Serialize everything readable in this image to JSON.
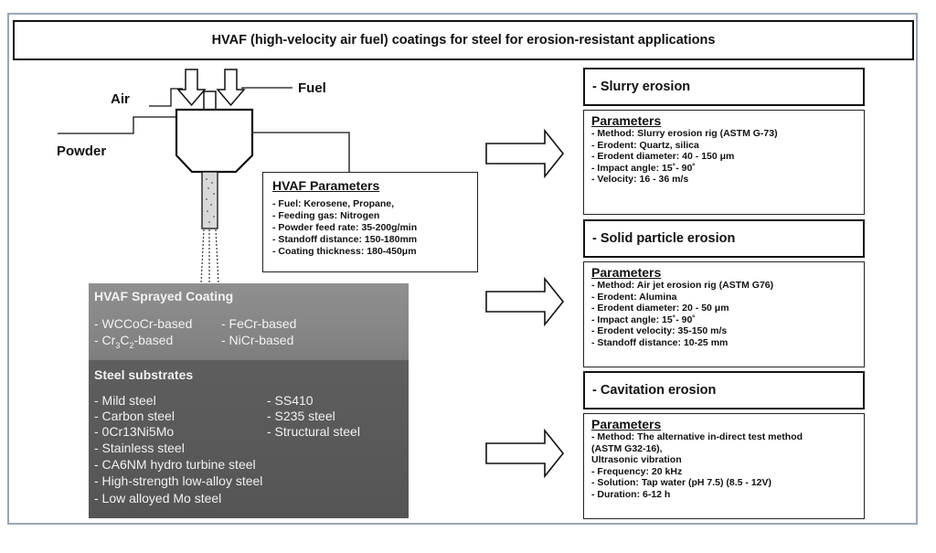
{
  "title": "HVAF (high-velocity air fuel) coatings for steel for erosion-resistant applications",
  "gun": {
    "air_label": "Air",
    "fuel_label": "Fuel",
    "powder_label": "Powder"
  },
  "hvaf_params": {
    "heading": "HVAF Parameters",
    "lines": [
      "- Fuel: Kerosene, Propane,",
      "- Feeding gas: Nitrogen",
      "- Powder feed rate: 35-200g/min",
      "- Standoff distance: 150-180mm",
      "- Coating thickness: 180-450μm"
    ]
  },
  "coating": {
    "heading": "HVAF Sprayed Coating",
    "items": [
      "- WCCoCr-based",
      "- FeCr-based",
      "- NiCr-based"
    ],
    "cr_prefix": "- Cr",
    "cr_sub1": "3",
    "cr_mid": "C",
    "cr_sub2": "2",
    "cr_suffix": "-based"
  },
  "steel": {
    "heading": "Steel substrates",
    "left_items": [
      "- Mild steel",
      "- Carbon steel",
      "- 0Cr13Ni5Mo",
      "- Stainless steel",
      "- CA6NM hydro turbine steel",
      "- High-strength low-alloy steel",
      "- Low alloyed Mo steel"
    ],
    "right_items": [
      "- SS410",
      "- S235 steel",
      "- Structural steel"
    ]
  },
  "erosion": [
    {
      "title": "- Slurry erosion",
      "params_heading": "Parameters",
      "lines": [
        "- Method: Slurry erosion rig (ASTM G-73)",
        "- Erodent: Quartz, silica",
        "- Erodent diameter: 40 - 150 μm",
        "- Impact angle: 15˚- 90˚",
        "- Velocity: 16 - 36 m/s"
      ]
    },
    {
      "title": "- Solid particle erosion",
      "params_heading": "Parameters",
      "lines": [
        "- Method: Air jet erosion rig (ASTM G76)",
        "- Erodent: Alumina",
        "- Erodent diameter: 20 - 50 μm",
        "- Impact angle: 15˚- 90˚",
        "- Erodent velocity: 35-150 m/s",
        "- Standoff distance: 10-25 mm"
      ]
    },
    {
      "title": "- Cavitation erosion",
      "params_heading": "Parameters",
      "lines": [
        "- Method: The alternative in-direct test method",
        "(ASTM G32-16),",
        "Ultrasonic vibration",
        "- Frequency: 20 kHz",
        "- Solution: Tap water (pH 7.5) (8.5 - 12V)",
        "- Duration: 6-12 h"
      ]
    }
  ]
}
